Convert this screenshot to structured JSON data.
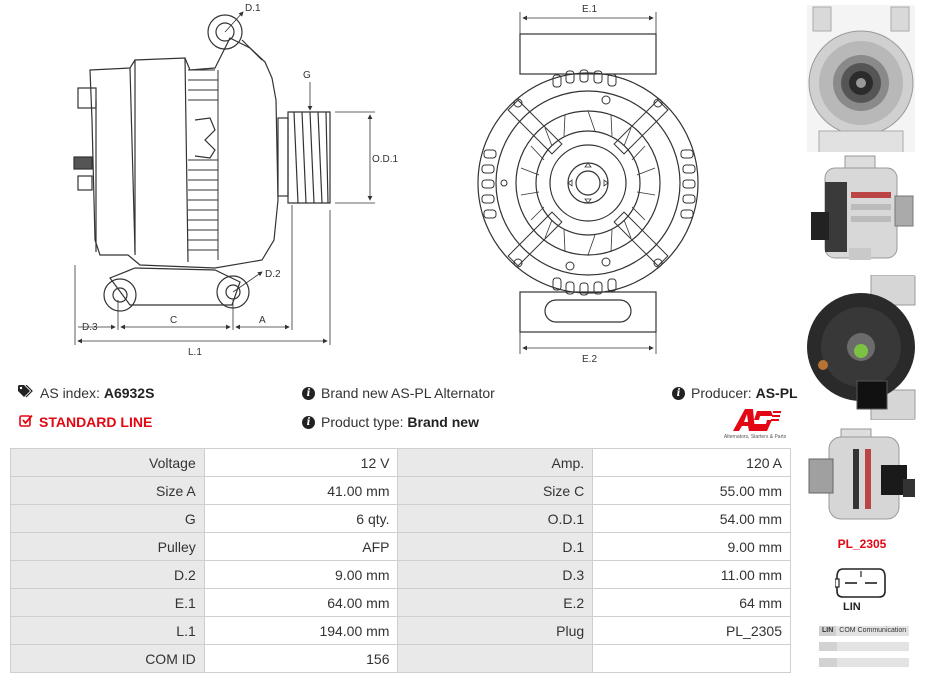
{
  "drawing": {
    "labels": {
      "d1": "D.1",
      "g": "G",
      "od1": "O.D.1",
      "d2": "D.2",
      "d3": "D.3",
      "c": "C",
      "a": "A",
      "l1": "L.1",
      "e1": "E.1",
      "e2": "E.2"
    }
  },
  "info": {
    "as_index_label": "AS index:",
    "as_index_value": "A6932S",
    "brand_text": "Brand new AS-PL Alternator",
    "producer_label": "Producer:",
    "producer_value": "AS-PL",
    "standard_line": "STANDARD LINE",
    "product_type_label": "Product type:",
    "product_type_value": "Brand new",
    "logo_caption": "Alternators, Starters & Parts",
    "logo_text": "AS"
  },
  "specs": {
    "rows": [
      [
        "Voltage",
        "12 V",
        "Amp.",
        "120 A"
      ],
      [
        "Size A",
        "41.00 mm",
        "Size C",
        "55.00 mm"
      ],
      [
        "G",
        "6 qty.",
        "O.D.1",
        "54.00 mm"
      ],
      [
        "Pulley",
        "AFP",
        "D.1",
        "9.00 mm"
      ],
      [
        "D.2",
        "9.00 mm",
        "D.3",
        "11.00 mm"
      ],
      [
        "E.1",
        "64.00 mm",
        "E.2",
        "64 mm"
      ],
      [
        "L.1",
        "194.00 mm",
        "Plug",
        "PL_2305"
      ],
      [
        "COM ID",
        "156",
        "",
        ""
      ]
    ]
  },
  "plug": {
    "name": "PL_2305",
    "pin_label": "LIN",
    "legend_key": "LIN",
    "legend_text": "COM Communication"
  },
  "colors": {
    "brand_red": "#e30613",
    "label_cell_bg": "#e9e9e9",
    "border": "#cfcfcf"
  }
}
